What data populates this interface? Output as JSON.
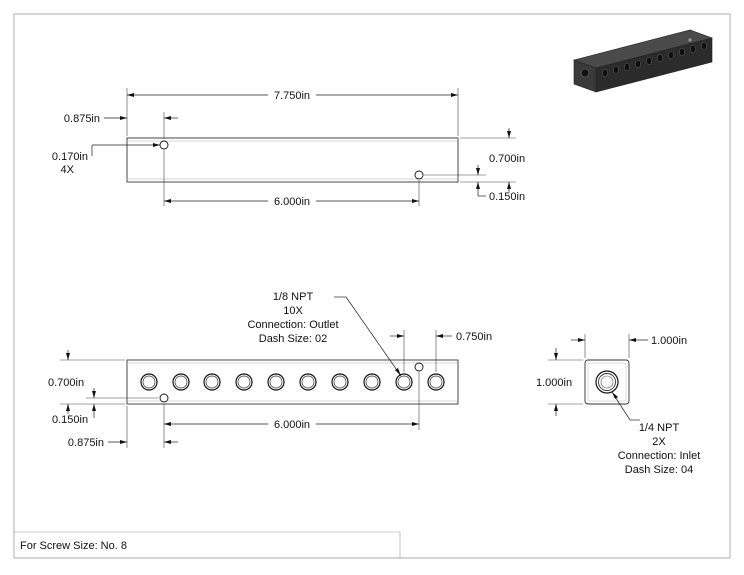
{
  "labels": {
    "top_overall": "7.750in",
    "top_left_offset": "0.875in",
    "top_hole_dia": "0.170in",
    "top_hole_qty": "4X",
    "top_height": "0.700in",
    "top_hole_edge": "0.150in",
    "top_hole_spacing": "6.000in",
    "outlet_size": "1/8 NPT",
    "outlet_qty": "10X",
    "outlet_conn": "Connection: Outlet",
    "outlet_dash": "Dash Size: 02",
    "front_port_offset": "0.750in",
    "front_height": "0.700in",
    "front_hole_edge": "0.150in",
    "front_left_offset": "0.875in",
    "front_hole_spacing": "6.000in",
    "end_width": "1.000in",
    "end_height": "1.000in",
    "inlet_size": "1/4 NPT",
    "inlet_qty": "2X",
    "inlet_conn": "Connection: Inlet",
    "inlet_dash": "Dash Size: 04",
    "screw_note": "For Screw Size: No. 8"
  },
  "colors": {
    "line": "#222222",
    "iso_body": "#2b2b2b"
  }
}
